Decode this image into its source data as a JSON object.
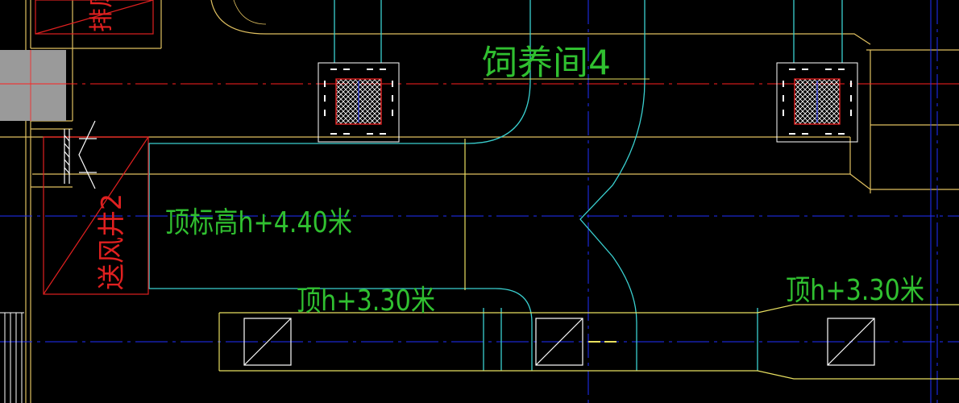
{
  "app": {
    "type": "CAD drawing viewport",
    "background": "#000000"
  },
  "labels": {
    "room_name": "饲养间4",
    "top_elevation_main": "顶标高h+4.40米",
    "top_elevation_mid": "顶h+3.30米",
    "top_elevation_right": "顶h+3.30米",
    "supply_shaft": "送风井2",
    "exhaust_shaft_partial": "排风"
  },
  "colors": {
    "wall_lines": "#e0c060",
    "duct_cyan": "#3ad0d0",
    "axis_blue": "#2030ff",
    "axis_red": "#ff2020",
    "text_green": "#30c030",
    "hatch_white": "#ffffff",
    "column_gray": "#9a9a9a",
    "shaft_red": "#e02020",
    "duct_yellow": "#e8e060"
  }
}
